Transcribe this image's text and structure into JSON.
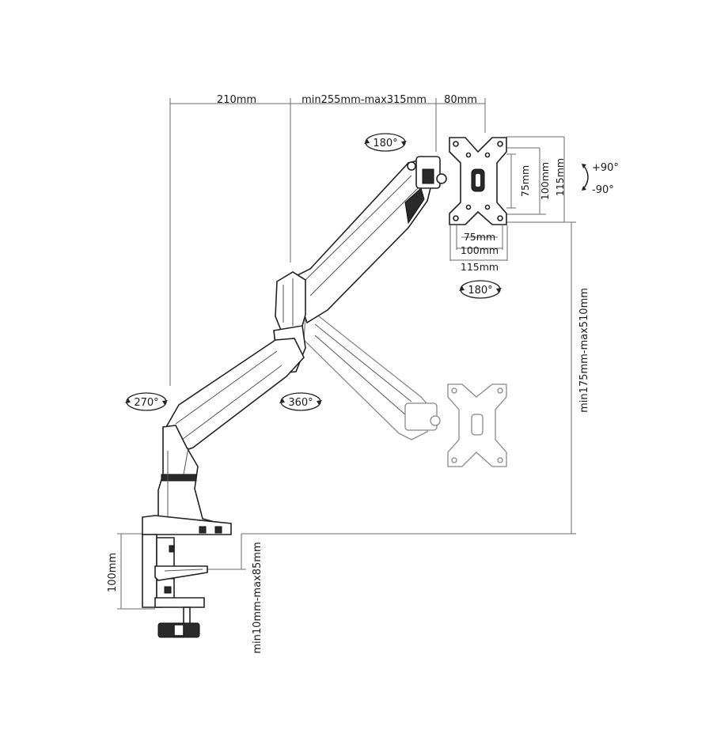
{
  "dimensions": {
    "top_left": "210mm",
    "top_middle": "min255mm-max315mm",
    "top_right": "80mm",
    "vesa_h_small": "75mm",
    "vesa_h_mid": "100mm",
    "vesa_h_large": "115mm",
    "vesa_v_small": "75mm",
    "vesa_v_mid": "100mm",
    "vesa_v_large": "115mm",
    "height_range": "min175mm-max510mm",
    "clamp_depth": "100mm",
    "desk_thickness": "min10mm-max85mm"
  },
  "rotations": {
    "head_rotate_top": "180°",
    "head_rotate_bottom": "180°",
    "base_swivel": "270°",
    "arm_swivel": "360°",
    "tilt_up": "+90°",
    "tilt_down": "-90°"
  }
}
